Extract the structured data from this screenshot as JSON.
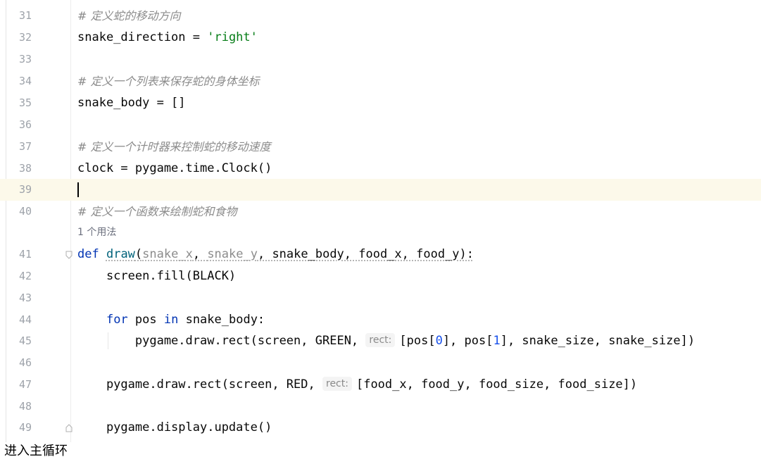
{
  "editor": {
    "lines": [
      {
        "num": "31",
        "code": "# 定义蛇的移动方向"
      },
      {
        "num": "32",
        "code": "snake_direction = 'right'"
      },
      {
        "num": "33",
        "code": ""
      },
      {
        "num": "34",
        "code": "# 定义一个列表来保存蛇的身体坐标"
      },
      {
        "num": "35",
        "code": "snake_body = []"
      },
      {
        "num": "36",
        "code": ""
      },
      {
        "num": "37",
        "code": "# 定义一个计时器来控制蛇的移动速度"
      },
      {
        "num": "38",
        "code": "clock = pygame.time.Clock()"
      },
      {
        "num": "39",
        "code": ""
      },
      {
        "num": "40",
        "code": "# 定义一个函数来绘制蛇和食物"
      },
      {
        "num": "",
        "code": "1 个用法"
      },
      {
        "num": "41",
        "code": "def draw(snake_x, snake_y, snake_body, food_x, food_y):"
      },
      {
        "num": "42",
        "code": "    screen.fill(BLACK)"
      },
      {
        "num": "43",
        "code": ""
      },
      {
        "num": "44",
        "code": "    for pos in snake_body:"
      },
      {
        "num": "45",
        "code": "        pygame.draw.rect(screen, GREEN, rect: [pos[0], pos[1], snake_size, snake_size])"
      },
      {
        "num": "46",
        "code": ""
      },
      {
        "num": "47",
        "code": "    pygame.draw.rect(screen, RED, rect: [food_x, food_y, food_size, food_size])"
      },
      {
        "num": "48",
        "code": ""
      },
      {
        "num": "49",
        "code": "    pygame.display.update()"
      }
    ],
    "tokens": {
      "l31": "# 定义蛇的移动方向",
      "l32a": "snake_direction = ",
      "l32b": "'right'",
      "l34": "# 定义一个列表来保存蛇的身体坐标",
      "l35": "snake_body = []",
      "l37": "# 定义一个计时器来控制蛇的移动速度",
      "l38": "clock = pygame.time.Clock()",
      "l40": "# 定义一个函数来绘制蛇和食物",
      "usages": "1 个用法",
      "l41_def": "def",
      "l41_fn": "draw",
      "l41_open": "(",
      "l41_p1": "snake_x",
      "l41_c1": ", ",
      "l41_p2": "snake_y",
      "l41_rest": ", snake_body, food_x, food_y):",
      "l42": "    screen.fill(BLACK)",
      "l44_indent": "    ",
      "l44_for": "for",
      "l44_mid": " pos ",
      "l44_in": "in",
      "l44_rest": " snake_body:",
      "l45_a": "        pygame.draw.rect(screen, GREEN, ",
      "l45_hint": "rect:",
      "l45_b": "[pos[",
      "l45_n0": "0",
      "l45_c": "], pos[",
      "l45_n1": "1",
      "l45_d": "], snake_size, snake_size])",
      "l47_a": "    pygame.draw.rect(screen, RED, ",
      "l47_hint": "rect:",
      "l47_b": "[food_x, food_y, food_size, food_size])",
      "l49": "    pygame.display.update()"
    },
    "current_line": "39"
  },
  "footer": {
    "text": "进入主循环"
  },
  "colors": {
    "keyword": "#0033b3",
    "string": "#067d17",
    "comment": "#8c8c8c",
    "number": "#1750eb",
    "current_line_bg": "#fcf9ea"
  }
}
